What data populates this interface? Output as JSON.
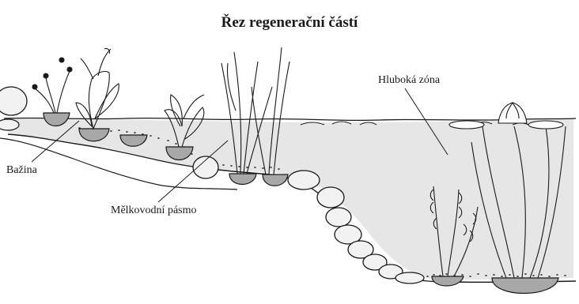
{
  "figure": {
    "title": "Řez regenerační částí",
    "labels": {
      "marsh": "Bažina",
      "shallow_zone": "Mělkovodní pásmo",
      "deep_zone": "Hluboká zóna"
    }
  },
  "colors": {
    "ink": "#1a1a1a",
    "water": "#e6e6e6",
    "pot_fill": "#a8a8a8",
    "stone_fill": "#f2f2f2"
  }
}
